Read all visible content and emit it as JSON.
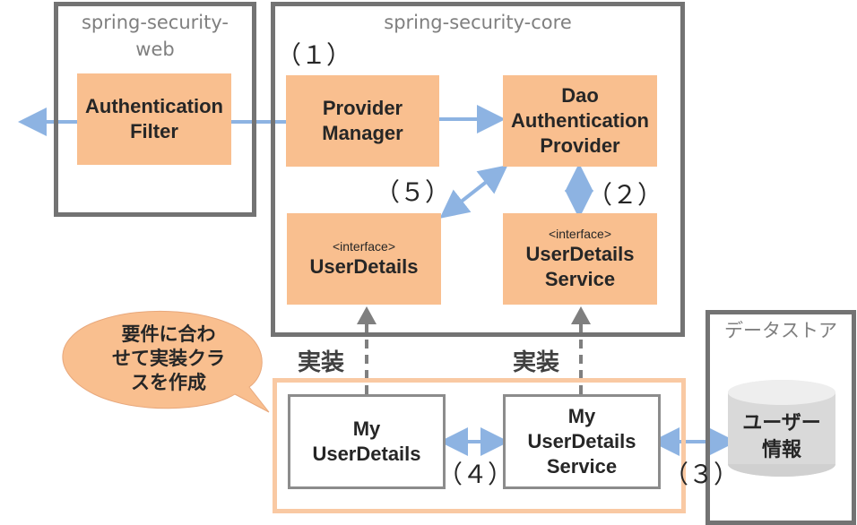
{
  "modules": {
    "web_title": "spring-security-\nweb",
    "core_title": "spring-security-core",
    "datastore_title": "データストア"
  },
  "components": {
    "auth_filter": [
      "Authentication",
      "Filter"
    ],
    "provider_manager": [
      "Provider",
      "Manager"
    ],
    "dao_provider": [
      "Dao",
      "Authentication",
      "Provider"
    ],
    "user_details_stereotype": "<interface>",
    "user_details": [
      "UserDetails"
    ],
    "user_details_service_stereotype": "<interface>",
    "user_details_service": [
      "UserDetails",
      "Service"
    ],
    "my_user_details": [
      "My",
      "UserDetails"
    ],
    "my_user_details_service": [
      "My",
      "UserDetails",
      "Service"
    ],
    "user_info": [
      "ユーザー",
      "情報"
    ]
  },
  "steps": {
    "s1": "（１）",
    "s2": "（２）",
    "s3": "（３）",
    "s4": "（４）",
    "s5": "（５）"
  },
  "implements_label": "実装",
  "callout": [
    "要件に合わ",
    "せて実装クラ",
    "スを作成"
  ],
  "colors": {
    "module_border": "#737373",
    "component_fill": "#f9bf8f",
    "impl_frame": "#f9c9a3",
    "arrow_blue": "#8db3e2",
    "dashed_gray": "#7f7f7f"
  }
}
